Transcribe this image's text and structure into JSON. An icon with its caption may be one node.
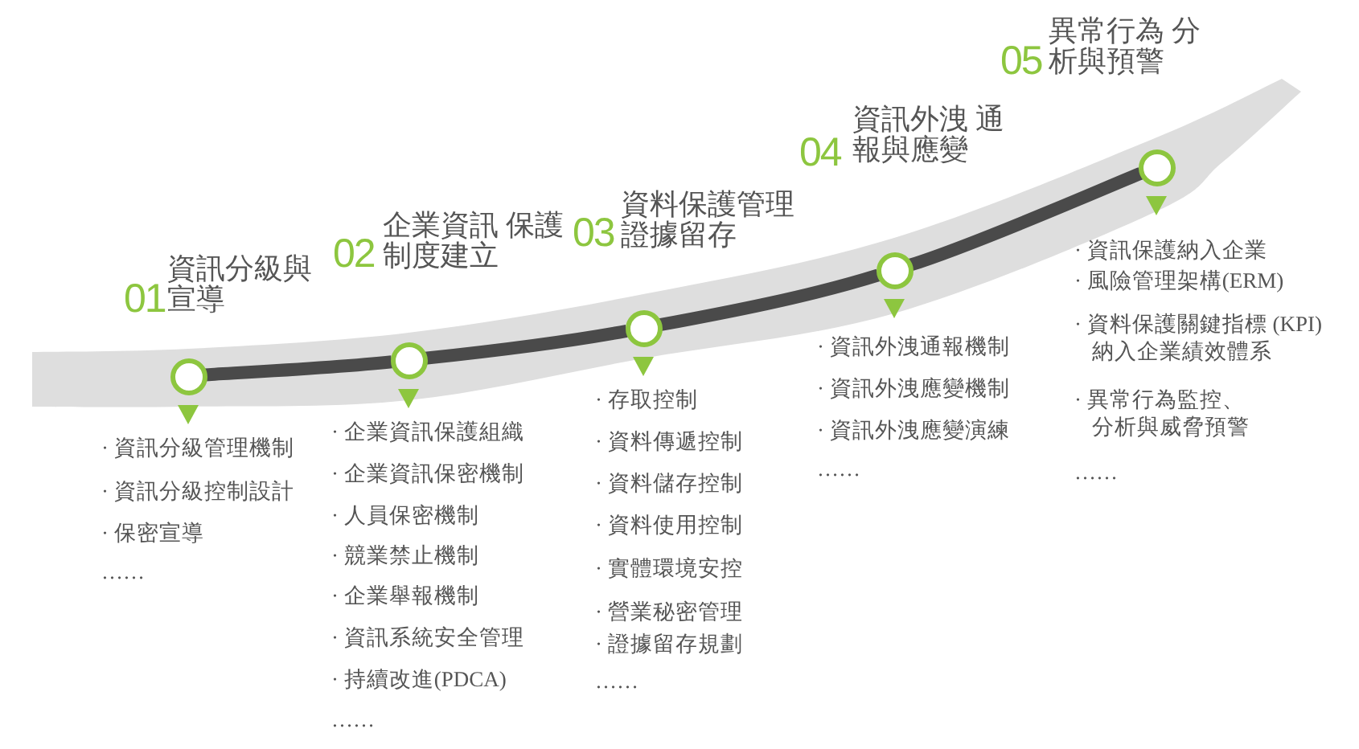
{
  "diagram": {
    "nodes": [
      {
        "text": [],
        "shape": "circle",
        "beside": [
          "01",
          "資訊分級與宣導"
        ]
      },
      {
        "text": [],
        "shape": "circle",
        "beside": [
          "02",
          "企業資訊 保護制度建立"
        ]
      },
      {
        "text": [],
        "shape": "circle",
        "beside": [
          "03",
          "資料保護管理證據留存"
        ]
      },
      {
        "text": [],
        "shape": "circle",
        "beside": [
          "04",
          "資訊外洩 通報與應變"
        ]
      },
      {
        "text": [],
        "shape": "circle",
        "beside": [
          "05",
          "異常行為 分析與預警"
        ]
      },
      {
        "text": [
          "· 資訊分級管理機制",
          "· 資訊分級控制設計",
          "· 保密宣導",
          "……"
        ]
      },
      {
        "text": [
          "· 企業資訊保護組織",
          "· 企業資訊保密機制",
          "· 人員保密機制",
          "· 競業禁止機制",
          "· 企業舉報機制",
          "· 資訊系統安全管理",
          "· 持續改進(PDCA)",
          "……"
        ]
      },
      {
        "text": [
          "· 存取控制",
          "· 資料傳遞控制",
          "· 資料儲存控制",
          "· 資料使用控制",
          "· 實體環境安控",
          "· 營業秘密管理",
          "· 證據留存規劃",
          "……"
        ]
      },
      {
        "text": [
          "· 資訊外洩通報機制",
          "· 資訊外洩應變機制",
          "· 資訊外洩應變演練",
          "……"
        ]
      },
      {
        "text": [
          "· 資訊保護納入企業",
          "· 風險管理架構(ERM)",
          "· 資料保護關鍵指標 (KPI)納入企業績效體系",
          "· 異常行為監控、分析與威脅預警",
          "……"
        ]
      }
    ],
    "edges": [
      {
        "from": 0,
        "to": 1,
        "arrow": "none",
        "color": "#4a4a4a"
      },
      {
        "from": 1,
        "to": 2,
        "arrow": "none",
        "color": "#4a4a4a"
      },
      {
        "from": 2,
        "to": 3,
        "arrow": "none",
        "color": "#4a4a4a"
      },
      {
        "from": 3,
        "to": 4,
        "arrow": "none",
        "color": "#4a4a4a"
      },
      {
        "from": 0,
        "to": 5,
        "arrow": "to"
      },
      {
        "from": 1,
        "to": 6,
        "arrow": "to"
      },
      {
        "from": 2,
        "to": 7,
        "arrow": "to"
      },
      {
        "from": 3,
        "to": 8,
        "arrow": "to"
      },
      {
        "from": 4,
        "to": 9,
        "arrow": "to"
      }
    ]
  }
}
